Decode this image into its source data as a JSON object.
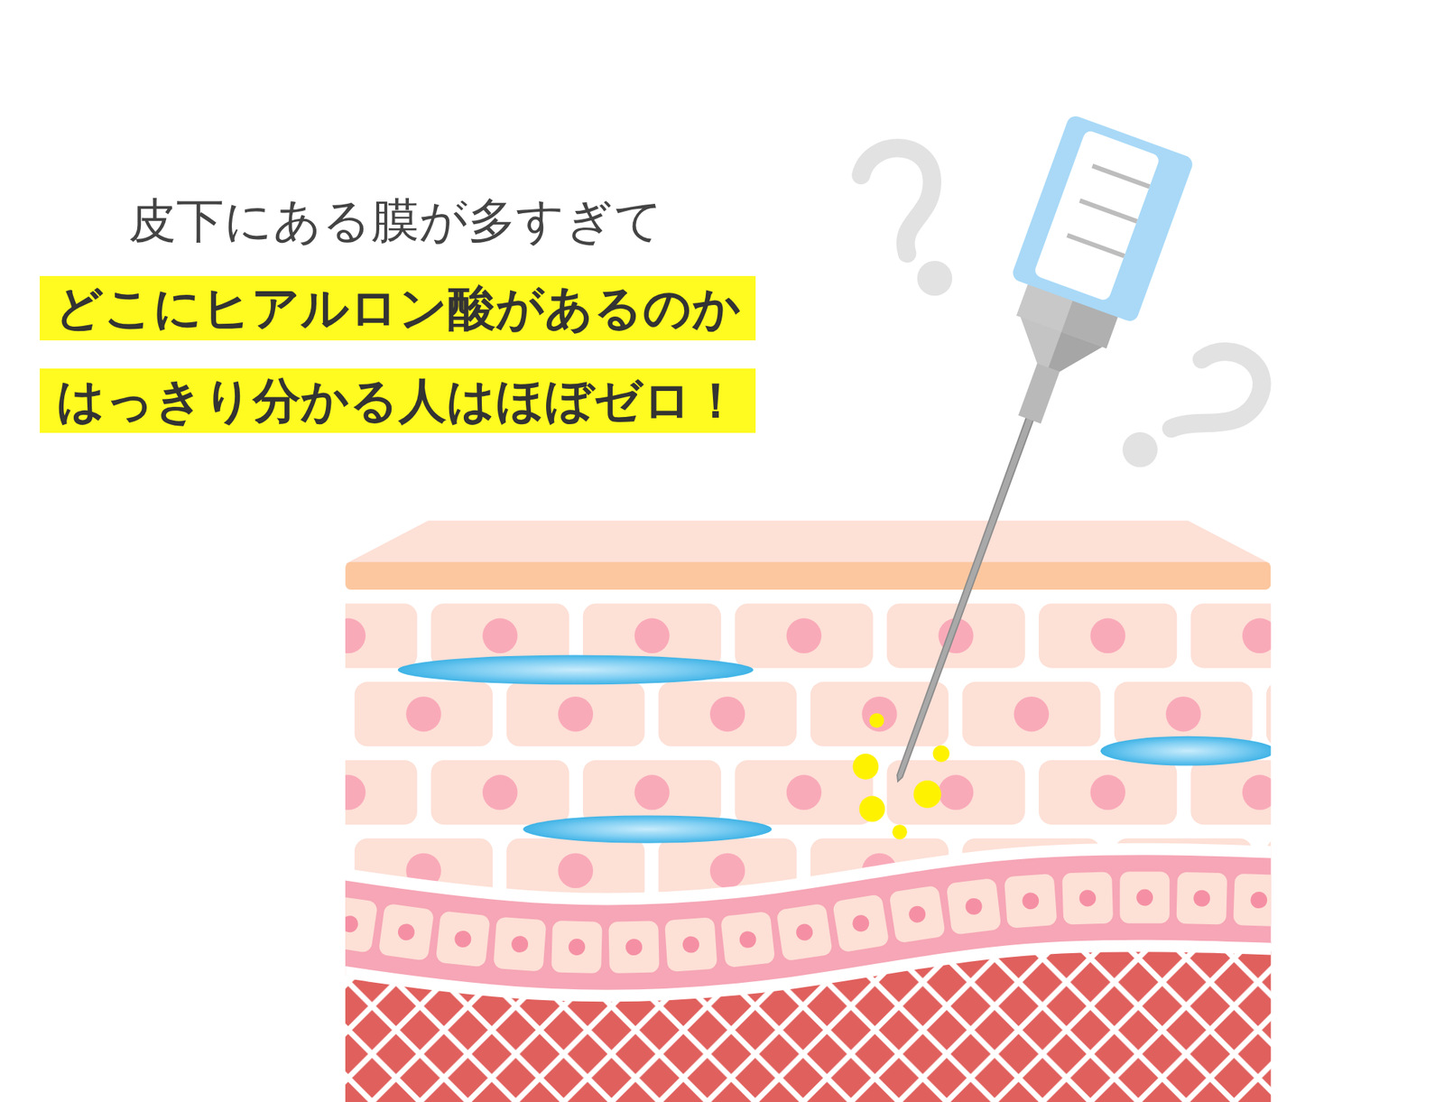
{
  "diagram": {
    "labels": [
      "皮下にある膜が多すぎて",
      "どこにヒアルロン酸があるのか",
      "はっきり分かる人はほぼゼロ！"
    ]
  }
}
